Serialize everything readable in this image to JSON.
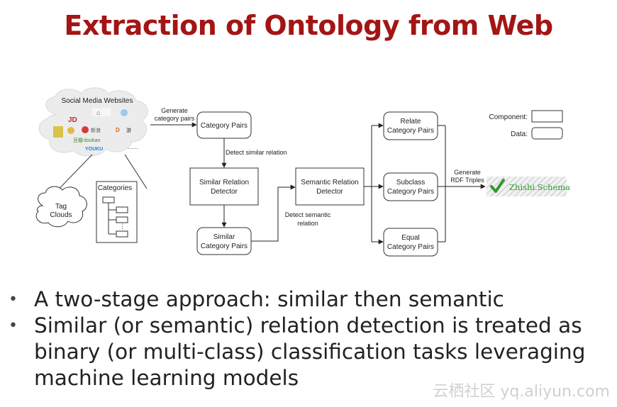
{
  "title": "Extraction of Ontology from Web",
  "diagram": {
    "social_media_label": "Social Media Websites",
    "site_logos": [
      "JD",
      "新浪",
      "豆瓣",
      "douban",
      "YOUKU"
    ],
    "generate_category_pairs": [
      "Generate",
      "category pairs"
    ],
    "category_pairs": "Category Pairs",
    "detect_similar_relation": "Detect similar relation",
    "similar_relation_detector": [
      "Similar Relation",
      "Detector"
    ],
    "similar_category_pairs": [
      "Similar",
      "Category Pairs"
    ],
    "detect_semantic_relation": [
      "Detect semantic",
      "relation"
    ],
    "semantic_relation_detector": [
      "Semantic Relation",
      "Detector"
    ],
    "relate_category_pairs": [
      "Relate",
      "Category Pairs"
    ],
    "subclass_category_pairs": [
      "Subclass",
      "Category Pairs"
    ],
    "equal_category_pairs": [
      "Equal",
      "Category Pairs"
    ],
    "generate_rdf_triples": [
      "Generate",
      "RDF Triples"
    ],
    "zhishi_schema": "Zhishi.Schema",
    "legend_component": "Component:",
    "legend_data": "Data:",
    "tag_clouds": [
      "Tag",
      "Clouds"
    ],
    "categories": "Categories"
  },
  "bullets": [
    "A two-stage approach: similar then semantic",
    "Similar (or semantic) relation detection is treated as binary (or multi-class) classification tasks leveraging machine learning models"
  ],
  "watermark": "云栖社区 yq.aliyun.com",
  "colors": {
    "title": "#a31515",
    "check": "#2e9a2e"
  }
}
